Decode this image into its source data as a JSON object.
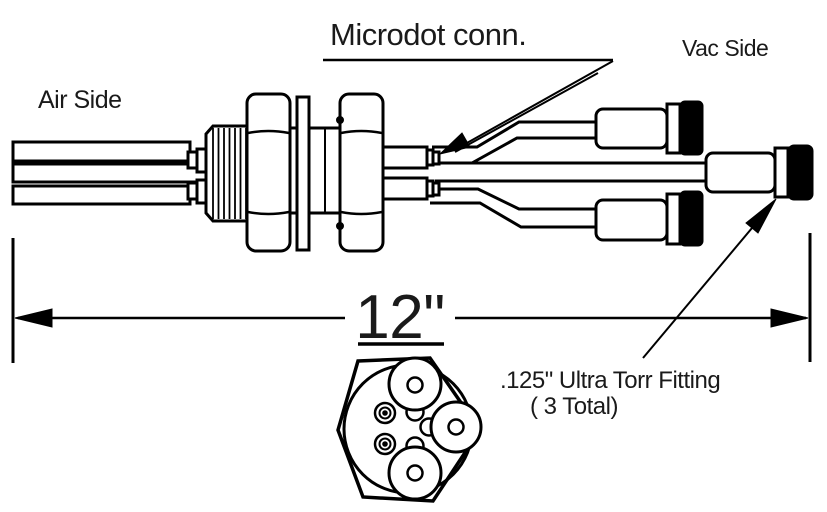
{
  "meta": {
    "background": "#ffffff",
    "line_color": "#000000",
    "text_color": "#1a1a1a"
  },
  "labels": {
    "air_side": "Air Side",
    "vac_side": "Vac Side",
    "microdot": "Microdot conn.",
    "dimension": "12\"",
    "fitting_line1": ".125\" Ultra Torr Fitting",
    "fitting_line2": "( 3 Total)"
  },
  "diagram": {
    "overall_length": "12\"",
    "fitting_count": "3",
    "views": [
      "side-view",
      "hex-cross-section"
    ]
  }
}
